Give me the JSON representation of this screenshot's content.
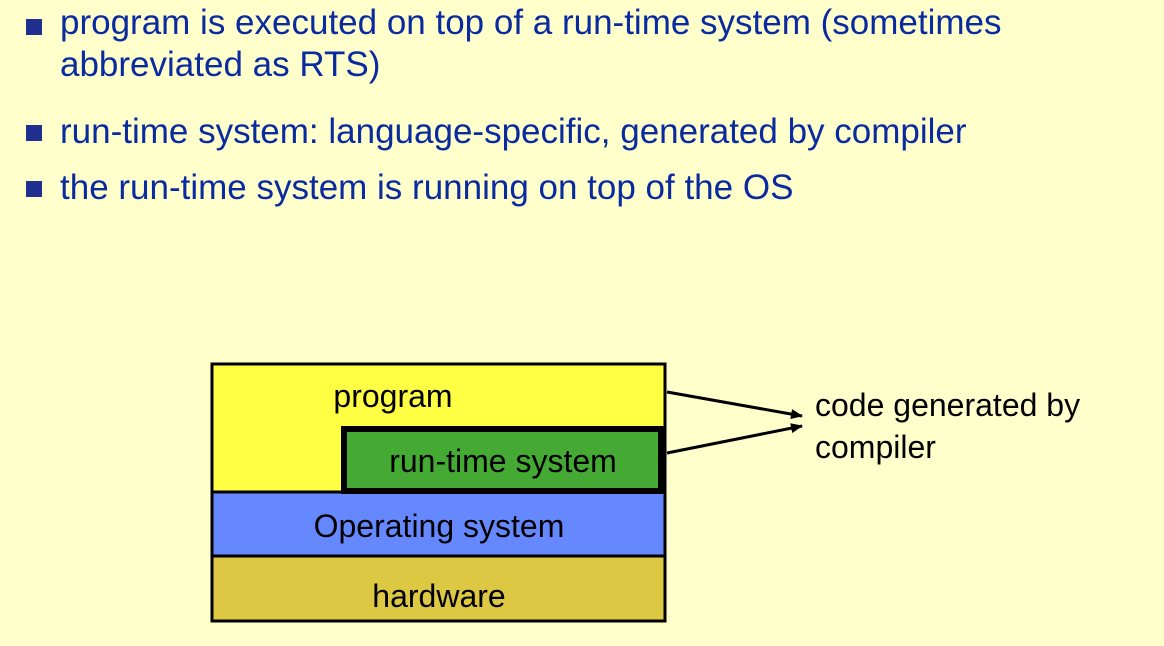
{
  "bullets": [
    "program is executed on top of a run-time system (sometimes abbreviated as RTS)",
    "run-time system: language-specific, generated by compiler",
    "the run-time system is running on top of the OS"
  ],
  "diagram": {
    "layers": {
      "program": "program",
      "runtime": "run-time system",
      "os": "Operating system",
      "hardware": "hardware"
    },
    "callout": "code generated by compiler"
  },
  "colors": {
    "background": "#ffffcc",
    "bullet_text": "#0a2a9f",
    "bullet_square": "#1f2f8f",
    "program": "#ffff44",
    "runtime": "#44aa33",
    "os": "#6688ff",
    "hardware": "#ddc844"
  }
}
